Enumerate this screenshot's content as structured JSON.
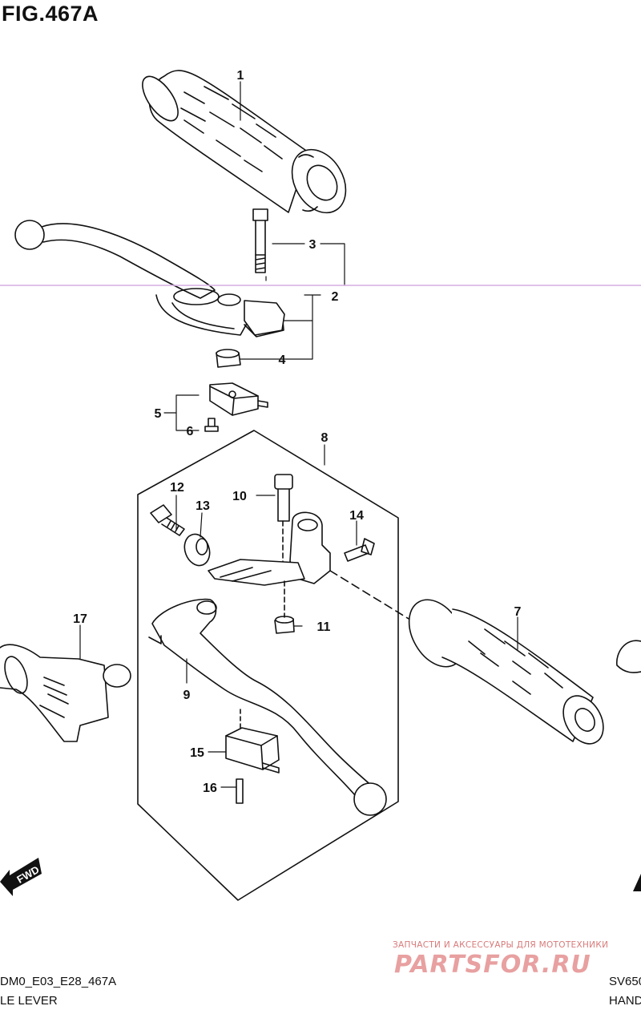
{
  "header": {
    "figure_title": "FIG.467A"
  },
  "callouts": [
    {
      "id": "1",
      "label": "1"
    },
    {
      "id": "2",
      "label": "2"
    },
    {
      "id": "3",
      "label": "3"
    },
    {
      "id": "4",
      "label": "4"
    },
    {
      "id": "5",
      "label": "5"
    },
    {
      "id": "6",
      "label": "6"
    },
    {
      "id": "7",
      "label": "7"
    },
    {
      "id": "8",
      "label": "8"
    },
    {
      "id": "9",
      "label": "9"
    },
    {
      "id": "10",
      "label": "10"
    },
    {
      "id": "11",
      "label": "11"
    },
    {
      "id": "12",
      "label": "12"
    },
    {
      "id": "13",
      "label": "13"
    },
    {
      "id": "14",
      "label": "14"
    },
    {
      "id": "15",
      "label": "15"
    },
    {
      "id": "16",
      "label": "16"
    },
    {
      "id": "17",
      "label": "17"
    }
  ],
  "direction_marker": {
    "label": "FWD"
  },
  "footer": {
    "left_code": "DM0_E03_E28_467A",
    "left_title": "LE LEVER",
    "right_code": "SV650",
    "right_title": "HAND"
  },
  "watermark": {
    "tagline": "ЗАПЧАСТИ И АКСЕССУАРЫ ДЛЯ МОТОТЕХНИКИ",
    "brand": "PARTSFOR.RU"
  },
  "colors": {
    "line": "#111111",
    "watermark": "#e8a0a0",
    "background": "#ffffff"
  }
}
